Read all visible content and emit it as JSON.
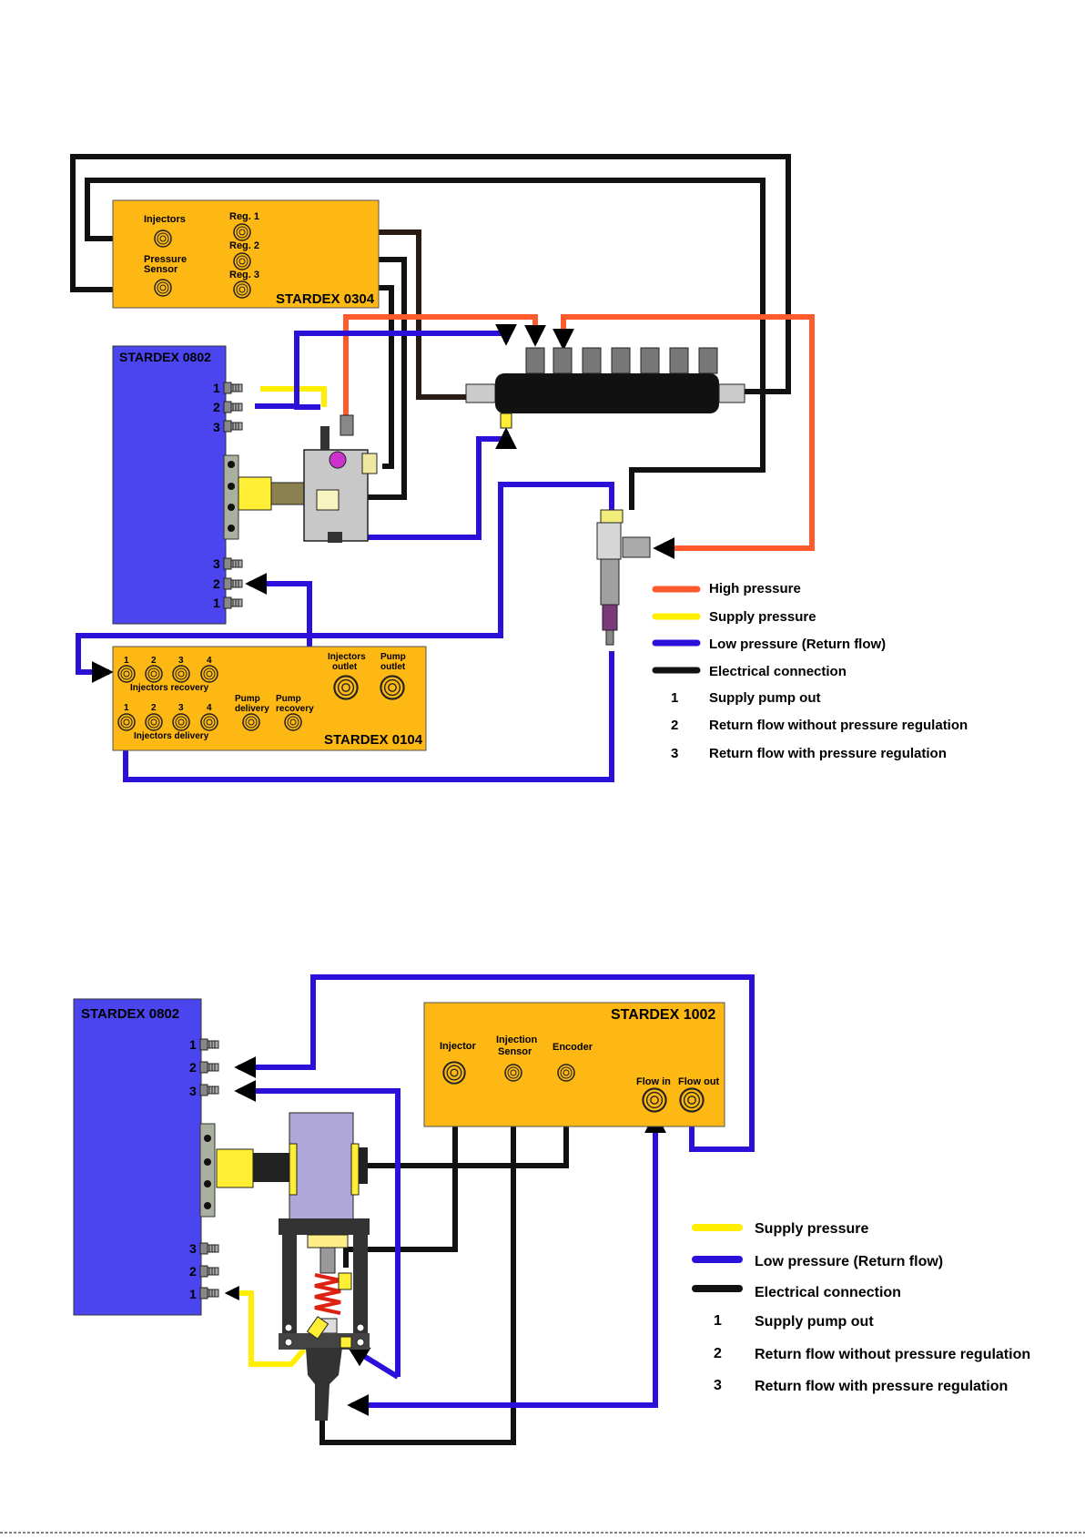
{
  "colors": {
    "high_pressure": "#ff5a2b",
    "supply_pressure": "#ffee00",
    "low_pressure": "#2a10d8",
    "electrical": "#111111",
    "unit_orange": "#fdb813",
    "unit_blue": "#4b45f0"
  },
  "diagram1": {
    "unit_0304": {
      "name": "STARDEX 0304",
      "injectors": "Injectors",
      "pressure_sensor_1": "Pressure",
      "pressure_sensor_2": "Sensor",
      "reg1": "Reg. 1",
      "reg2": "Reg. 2",
      "reg3": "Reg. 3"
    },
    "unit_0802": {
      "name": "STARDEX 0802",
      "port_top": [
        "1",
        "2",
        "3"
      ],
      "port_bottom": [
        "3",
        "2",
        "1"
      ]
    },
    "unit_0104": {
      "name": "STARDEX 0104",
      "recovery_nums": [
        "1",
        "2",
        "3",
        "4"
      ],
      "recovery_label": "Injectors recovery",
      "delivery_nums": [
        "1",
        "2",
        "3",
        "4"
      ],
      "delivery_label": "Injectors delivery",
      "pump_delivery_1": "Pump",
      "pump_delivery_2": "delivery",
      "pump_recovery_1": "Pump",
      "pump_recovery_2": "recovery",
      "injectors_outlet_1": "Injectors",
      "injectors_outlet_2": "outlet",
      "pump_outlet_1": "Pump",
      "pump_outlet_2": "outlet"
    },
    "legend": [
      {
        "key": "",
        "label": "High pressure",
        "color": "#ff5a2b"
      },
      {
        "key": "",
        "label": "Supply pressure",
        "color": "#ffee00"
      },
      {
        "key": "",
        "label": "Low pressure (Return flow)",
        "color": "#2a10d8"
      },
      {
        "key": "",
        "label": "Electrical connection",
        "color": "#111111"
      },
      {
        "key": "1",
        "label": "Supply pump out"
      },
      {
        "key": "2",
        "label": "Return flow without pressure regulation"
      },
      {
        "key": "3",
        "label": "Return flow with pressure regulation"
      }
    ]
  },
  "diagram2": {
    "unit_0802": {
      "name": "STARDEX 0802",
      "port_top": [
        "1",
        "2",
        "3"
      ],
      "port_bottom": [
        "3",
        "2",
        "1"
      ]
    },
    "unit_1002": {
      "name": "STARDEX 1002",
      "injector": "Injector",
      "injection_sensor_1": "Injection",
      "injection_sensor_2": "Sensor",
      "encoder": "Encoder",
      "flow_in": "Flow in",
      "flow_out": "Flow out"
    },
    "legend": [
      {
        "key": "",
        "label": "Supply pressure",
        "color": "#ffee00"
      },
      {
        "key": "",
        "label": "Low pressure (Return flow)",
        "color": "#2a10d8"
      },
      {
        "key": "",
        "label": "Electrical connection",
        "color": "#111111"
      },
      {
        "key": "1",
        "label": "Supply pump out"
      },
      {
        "key": "2",
        "label": "Return flow without pressure regulation"
      },
      {
        "key": "3",
        "label": "Return flow with pressure regulation"
      }
    ]
  }
}
